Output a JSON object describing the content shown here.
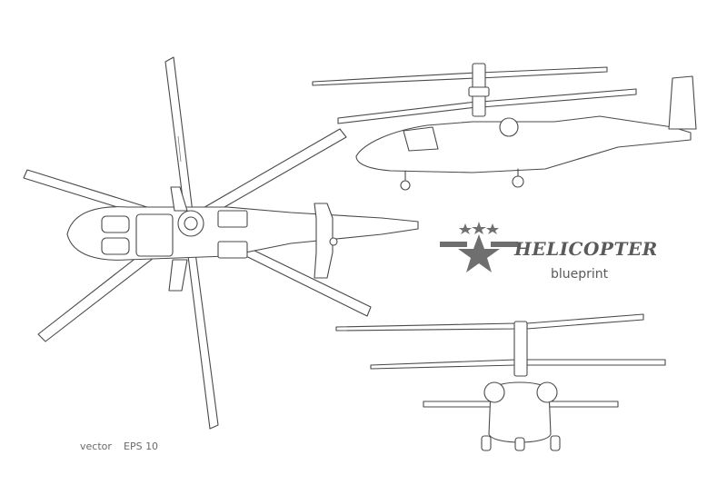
{
  "title": "HELICOPTER",
  "subtitle": "blueprint",
  "footer": {
    "vector_label": "vector",
    "eps_label": "EPS 10"
  },
  "colors": {
    "line": "#4a4a4a",
    "logo": "#6f6f6f",
    "background": "#ffffff"
  },
  "icons": [
    "star-wings-emblem-icon"
  ]
}
